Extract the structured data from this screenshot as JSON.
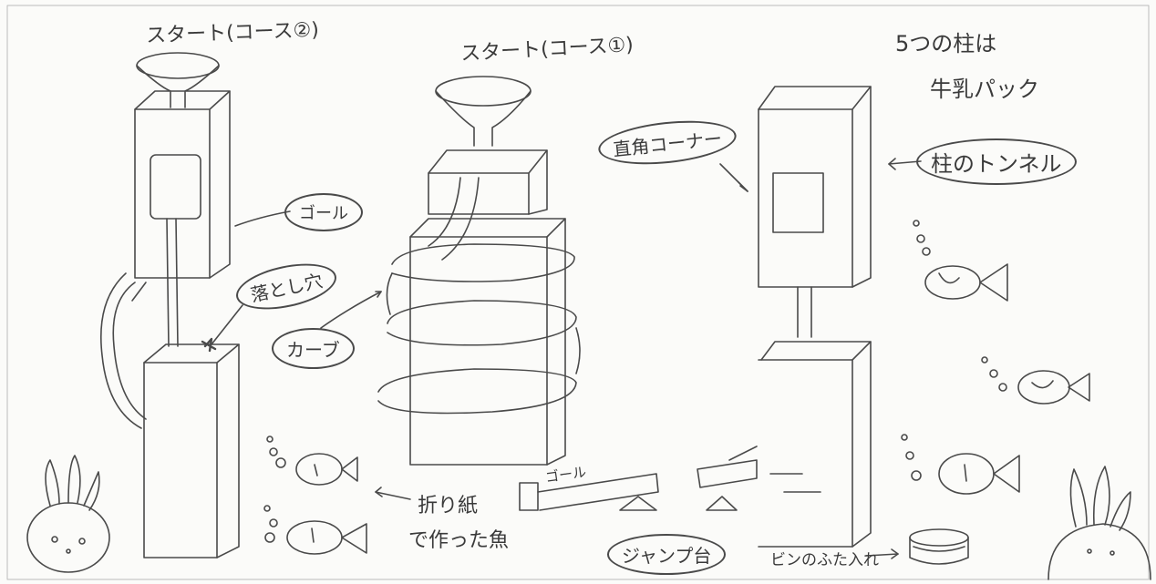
{
  "labels": {
    "start_course2": "スタート(コース②)",
    "start_course1": "スタート(コース①)",
    "pillars_note_line1": "5つの柱は",
    "pillars_note_line2": "牛乳パック",
    "goal_left": "ゴール",
    "drop_hole": "落とし穴",
    "curve": "カーブ",
    "right_angle_corner": "直角コーナー",
    "pillar_tunnel": "柱のトンネル",
    "goal_bottom": "ゴール",
    "fish_note_line1": "折り紙",
    "fish_note_line2": "で作った魚",
    "jump_stand": "ジャンプ台",
    "bottle_cap": "ビンのふた入れ"
  },
  "colors": {
    "pencil": "#3a3a3a",
    "paper": "#fbfbf9"
  }
}
